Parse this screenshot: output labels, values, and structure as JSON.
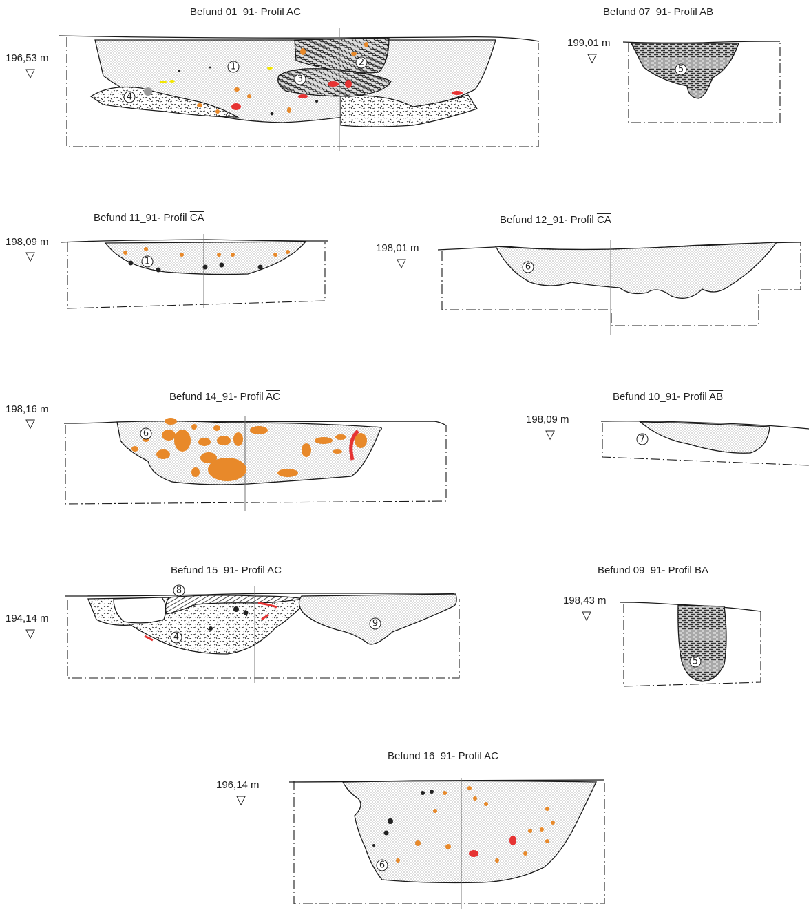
{
  "profiles": [
    {
      "id": "p01",
      "title": "Befund 01_91- Profil ",
      "section": "AC",
      "elevation": "196,53 m",
      "layers": [
        "1",
        "2",
        "3",
        "4"
      ]
    },
    {
      "id": "p07",
      "title": "Befund 07_91- Profil ",
      "section": "AB",
      "elevation": "199,01 m",
      "layers": [
        "5"
      ]
    },
    {
      "id": "p11",
      "title": "Befund 11_91- Profil ",
      "section": "CA",
      "elevation": "198,09 m",
      "layers": [
        "1"
      ]
    },
    {
      "id": "p12",
      "title": "Befund 12_91- Profil ",
      "section": "CA",
      "elevation": "198,01 m",
      "layers": [
        "6"
      ]
    },
    {
      "id": "p14",
      "title": "Befund 14_91- Profil ",
      "section": "AC",
      "elevation": "198,16 m",
      "layers": [
        "6"
      ]
    },
    {
      "id": "p10",
      "title": "Befund 10_91- Profil ",
      "section": "AB",
      "elevation": "198,09 m",
      "layers": [
        "7"
      ]
    },
    {
      "id": "p15",
      "title": "Befund 15_91- Profil ",
      "section": "AC",
      "elevation": "194,14 m",
      "layers": [
        "8",
        "4",
        "9"
      ]
    },
    {
      "id": "p09",
      "title": "Befund 09_91- Profil ",
      "section": "BA",
      "elevation": "198,43 m",
      "layers": [
        "5"
      ]
    },
    {
      "id": "p16",
      "title": "Befund 16_91- Profil ",
      "section": "AC",
      "elevation": "196,14 m",
      "layers": [
        "6"
      ]
    }
  ],
  "symbols": {
    "datum_marker": "▽"
  },
  "colors": {
    "orange": "#e8892a",
    "red": "#e63333",
    "black": "#222222",
    "yellow": "#f2e600",
    "grey": "#9a9a9a",
    "line": "#1a1a1a"
  }
}
